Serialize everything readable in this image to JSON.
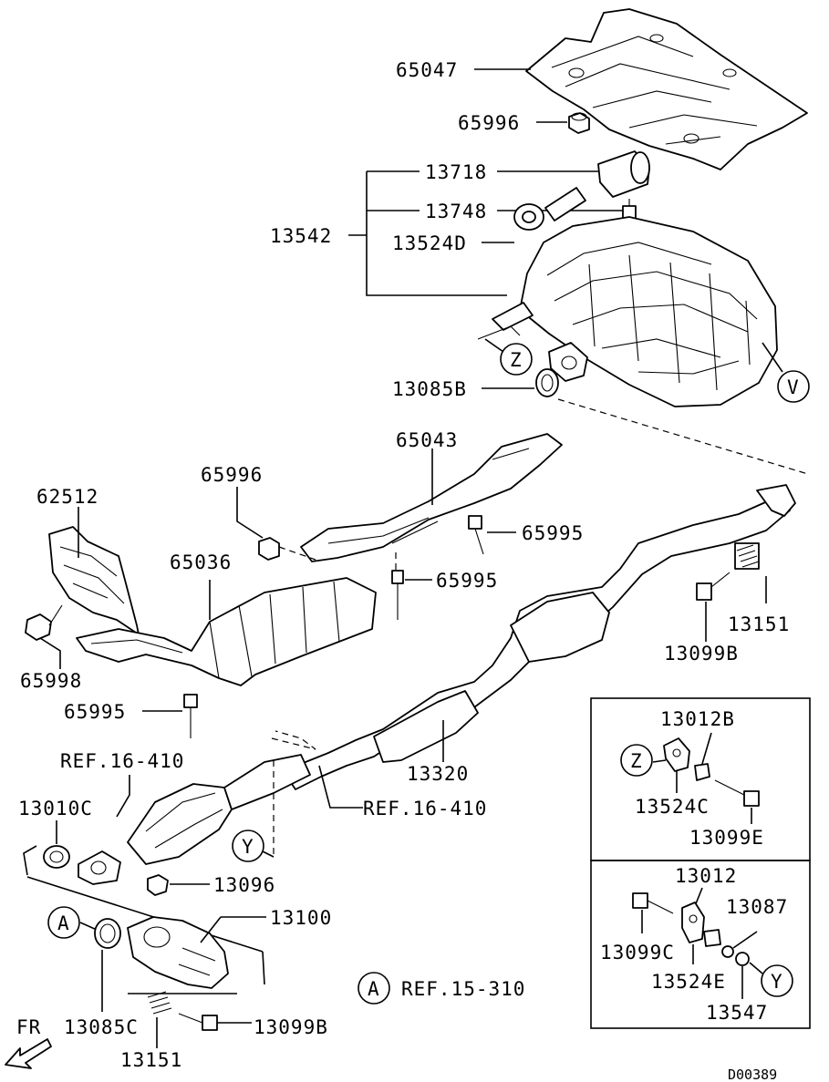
{
  "diagram_code": "D00389",
  "direction_marker": "FR",
  "callouts": {
    "A": "A",
    "V": "V",
    "Y": "Y",
    "Z": "Z"
  },
  "part_numbers": {
    "heat_protector_rear": "65047",
    "nut_upper": "65996",
    "muffler_tail_pipe": "13718",
    "hanger_bolt": "13748",
    "main_muffler": "13542",
    "rubber_hanger_d": "13524D",
    "gasket_rear": "13085B",
    "heat_protector_center": "65043",
    "nut_center": "65996",
    "bolt_center_1": "65995",
    "heat_protector_floor": "62512",
    "heat_protector_front": "65036",
    "bolt_center_2": "65995",
    "bolt_left_nut": "65998",
    "bolt_front": "65995",
    "center_exhaust_pipe": "13320",
    "spring_rear": "13151",
    "bolt_rear": "13099B",
    "gasket_front": "13010C",
    "nut_front": "13096",
    "front_pipe": "13100",
    "gasket_a": "13085C",
    "spring_a": "13151",
    "bolt_a": "13099B"
  },
  "references": {
    "ref_1": "REF.16-410",
    "ref_2": "REF.16-410",
    "ref_3": "REF.15-310"
  },
  "detail_box_upper": {
    "callout": "Z",
    "bracket": "13012B",
    "hanger": "13524C",
    "bolt": "13099E"
  },
  "detail_box_lower": {
    "callout": "Y",
    "bracket": "13012",
    "bolt_left": "13099C",
    "washer": "13087",
    "hanger": "13524E",
    "nut": "13547"
  }
}
